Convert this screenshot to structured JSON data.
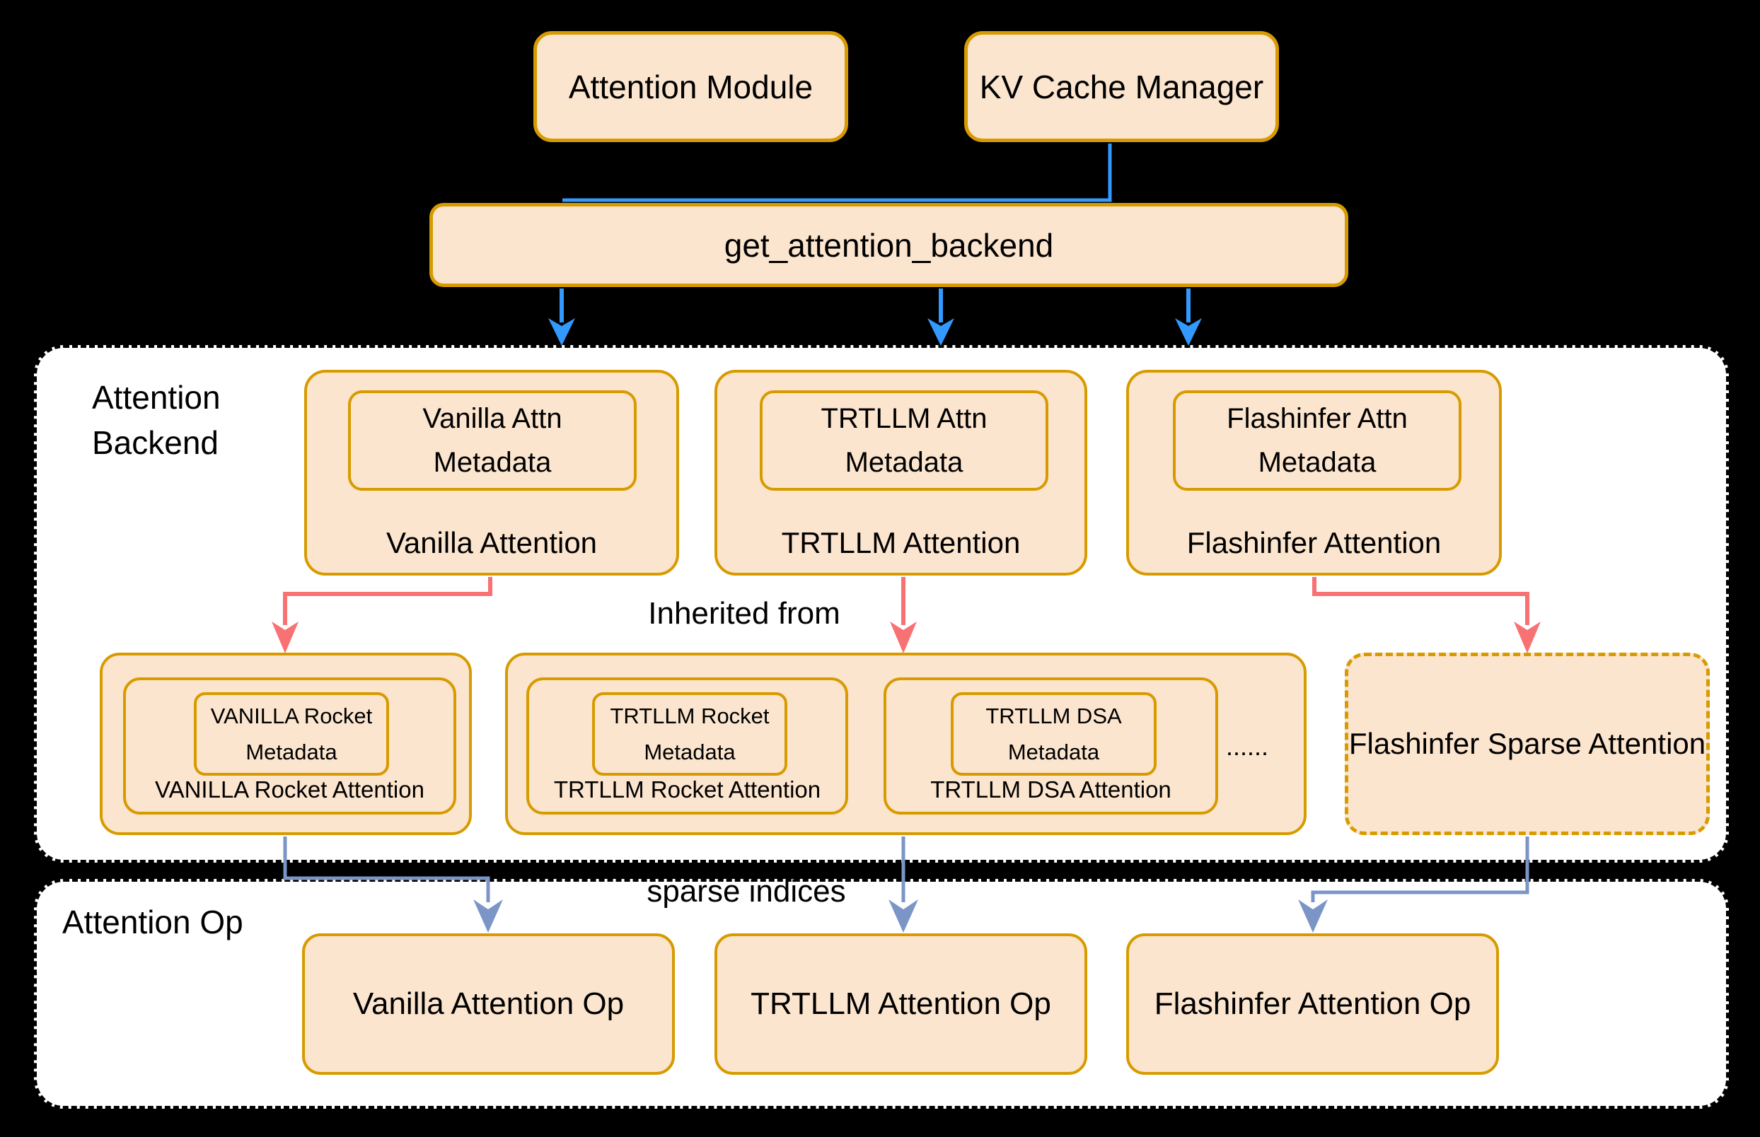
{
  "colors": {
    "background": "#000000",
    "box_fill": "#FCE5CE",
    "box_border": "#D79B00",
    "section_fill": "#FFFFFF",
    "section_border": "#000000",
    "text": "#000000",
    "arrow_blue": "#3399FF",
    "arrow_red": "#F87173",
    "arrow_steel": "#7B96C6"
  },
  "top_row": {
    "attention_module": "Attention Module",
    "kv_cache_manager": "KV Cache Manager"
  },
  "dispatcher": {
    "label": "get_attention_backend"
  },
  "backend_section": {
    "title_line1": "Attention",
    "title_line2": "Backend",
    "inherited_from": "Inherited from",
    "backends": [
      {
        "metadata_line1": "Vanilla Attn",
        "metadata_line2": "Metadata",
        "name": "Vanilla Attention"
      },
      {
        "metadata_line1": "TRTLLM Attn",
        "metadata_line2": "Metadata",
        "name": "TRTLLM Attention"
      },
      {
        "metadata_line1": "Flashinfer Attn",
        "metadata_line2": "Metadata",
        "name": "Flashinfer Attention"
      }
    ],
    "derived": [
      {
        "metadata_line1": "VANILLA Rocket",
        "metadata_line2": "Metadata",
        "name": "VANILLA Rocket Attention"
      },
      {
        "metadata_line1": "TRTLLM Rocket",
        "metadata_line2": "Metadata",
        "name": "TRTLLM Rocket Attention"
      },
      {
        "metadata_line1": "TRTLLM DSA",
        "metadata_line2": "Metadata",
        "name": "TRTLLM DSA Attention"
      }
    ],
    "ellipsis": "......",
    "flashinfer_sparse": "Flashinfer Sparse Attention"
  },
  "op_section": {
    "title": "Attention Op",
    "sparse_indices": "sparse indices",
    "ops": [
      {
        "name": "Vanilla Attention Op"
      },
      {
        "name": "TRTLLM Attention Op"
      },
      {
        "name": "Flashinfer Attention Op"
      }
    ]
  }
}
